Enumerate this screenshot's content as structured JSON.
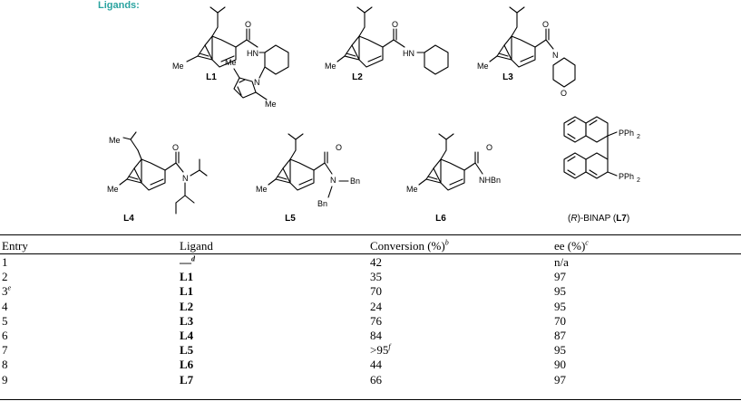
{
  "header": {
    "ligands_title": "Ligands:"
  },
  "ligands": [
    {
      "id": "L1",
      "label": "L1"
    },
    {
      "id": "L2",
      "label": "L2"
    },
    {
      "id": "L3",
      "label": "L3"
    },
    {
      "id": "L4",
      "label": "L4"
    },
    {
      "id": "L5",
      "label": "L5"
    },
    {
      "id": "L6",
      "label": "L6"
    },
    {
      "id": "L7",
      "label_prefix": "(",
      "label_r": "R",
      "label_mid": ")-BINAP (",
      "label_bold": "L7",
      "label_suffix": ")"
    }
  ],
  "atom_labels": {
    "me": "Me",
    "o": "O",
    "hn": "HN",
    "n": "N",
    "bn": "Bn",
    "nhbn": "NHBn",
    "pph2": "PPh",
    "sub2": "2"
  },
  "table": {
    "headers": [
      {
        "text": "Entry",
        "sup": ""
      },
      {
        "text": "Ligand",
        "sup": ""
      },
      {
        "text": "Conversion (%)",
        "sup": "b"
      },
      {
        "text": "ee (%)",
        "sup": "c"
      }
    ],
    "rows": [
      {
        "entry": "1",
        "entry_sup": "",
        "ligand": "—",
        "ligand_sup": "d",
        "conversion": "42",
        "conversion_sup": "",
        "ee": "n/a"
      },
      {
        "entry": "2",
        "entry_sup": "",
        "ligand": "L1",
        "ligand_sup": "",
        "conversion": "35",
        "conversion_sup": "",
        "ee": "97"
      },
      {
        "entry": "3",
        "entry_sup": "e",
        "ligand": "L1",
        "ligand_sup": "",
        "conversion": "70",
        "conversion_sup": "",
        "ee": "95"
      },
      {
        "entry": "4",
        "entry_sup": "",
        "ligand": "L2",
        "ligand_sup": "",
        "conversion": "24",
        "conversion_sup": "",
        "ee": "95"
      },
      {
        "entry": "5",
        "entry_sup": "",
        "ligand": "L3",
        "ligand_sup": "",
        "conversion": "76",
        "conversion_sup": "",
        "ee": "70"
      },
      {
        "entry": "6",
        "entry_sup": "",
        "ligand": "L4",
        "ligand_sup": "",
        "conversion": "84",
        "conversion_sup": "",
        "ee": "87"
      },
      {
        "entry": "7",
        "entry_sup": "",
        "ligand": "L5",
        "ligand_sup": "",
        "conversion": ">95",
        "conversion_sup": "f",
        "ee": "95"
      },
      {
        "entry": "8",
        "entry_sup": "",
        "ligand": "L6",
        "ligand_sup": "",
        "conversion": "44",
        "conversion_sup": "",
        "ee": "90"
      },
      {
        "entry": "9",
        "entry_sup": "",
        "ligand": "L7",
        "ligand_sup": "",
        "conversion": "66",
        "conversion_sup": "",
        "ee": "97"
      }
    ]
  }
}
